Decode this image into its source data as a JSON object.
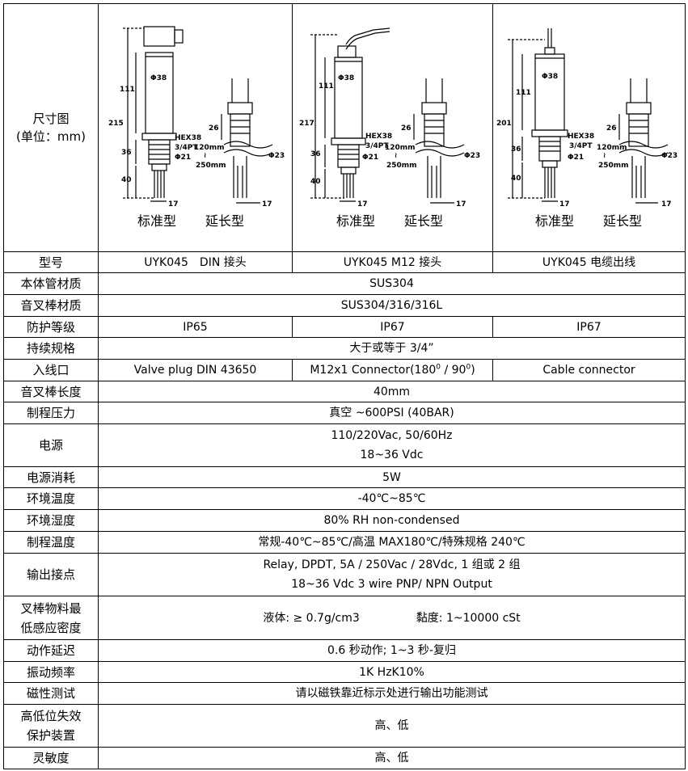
{
  "dimension": {
    "label_line1": "尺寸图",
    "label_line2": "(单位：mm)",
    "panels": [
      {
        "caption_std": "标准型",
        "caption_ext": "延长型",
        "top_len": "111",
        "total_len": "215"
      },
      {
        "caption_std": "标准型",
        "caption_ext": "延长型",
        "top_len": "111",
        "total_len": "217"
      },
      {
        "caption_std": "标准型",
        "caption_ext": "延长型",
        "top_len": "111",
        "total_len": "201"
      }
    ],
    "marks": {
      "phi38": "Φ38",
      "hex": "HEX38",
      "thread": "3/4PT",
      "phi21": "Φ21",
      "d36": "36",
      "d40": "40",
      "d17": "17",
      "d26": "26",
      "ext_a": "120mm",
      "ext_tilde": "≀",
      "ext_b": "250mm",
      "phi23": "Φ23"
    }
  },
  "rows": {
    "model": {
      "label": "型号",
      "v1": "UYK045　DIN 接头",
      "v2": "UYK045 M12 接头",
      "v3": "UYK045  电缆出线"
    },
    "body_material": {
      "label": "本体管材质",
      "value": "SUS304"
    },
    "fork_material": {
      "label": "音叉棒材质",
      "value": "SUS304/316/316L"
    },
    "protection": {
      "label": "防护等级",
      "v1": "IP65",
      "v2": "IP67",
      "v3": "IP67"
    },
    "spec": {
      "label": "持续规格",
      "value": "大于或等于 3/4”"
    },
    "entry": {
      "label": "入线口",
      "v1": "Valve plug DIN 43650",
      "v2_pre": "M12x1 Connector(180",
      "v2_sup1": "0",
      "v2_mid": " / 90",
      "v2_sup2": "0",
      "v2_post": ")",
      "v3": "Cable connector"
    },
    "fork_length": {
      "label": "音叉棒长度",
      "value": "40mm"
    },
    "pressure": {
      "label": "制程压力",
      "value": "真空 ~600PSI (40BAR)"
    },
    "power": {
      "label": "电源",
      "line1": "110/220Vac, 50/60Hz",
      "line2": "18~36 Vdc"
    },
    "consumption": {
      "label": "电源消耗",
      "value": "5W"
    },
    "ambient_temp": {
      "label": "环境温度",
      "value": "-40℃~85℃"
    },
    "humidity": {
      "label": "环境湿度",
      "value": "80% RH non-condensed"
    },
    "process_temp": {
      "label": "制程温度",
      "value": "常规-40℃~85℃/高温 MAX180℃/特殊规格 240℃"
    },
    "output": {
      "label": "输出接点",
      "line1": "Relay, DPDT, 5A / 250Vac / 28Vdc, 1 组或 2 组",
      "line2": "18~36 Vdc 3 wire PNP/ NPN Output"
    },
    "density": {
      "label_line1": "叉棒物料最",
      "label_line2": "低感应密度",
      "liquid": "液体: ≥ 0.7g/cm3",
      "viscosity": "黏度: 1~10000 cSt"
    },
    "delay": {
      "label": "动作延迟",
      "value": "0.6 秒动作; 1~3 秒-复归"
    },
    "frequency": {
      "label": "振动频率",
      "value": "1K HzK10%"
    },
    "magnetic": {
      "label": "磁性测试",
      "value": "请以磁铁靠近标示处进行输出功能测试"
    },
    "failsafe": {
      "label_line1": "高低位失效",
      "label_line2": "保护装置",
      "value": "高、低"
    },
    "sensitivity": {
      "label": "灵敏度",
      "value": "高、低"
    }
  }
}
